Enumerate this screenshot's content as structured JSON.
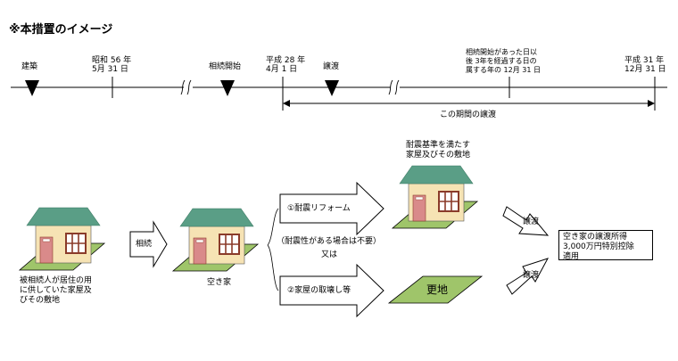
{
  "title": "※本措置のイメージ",
  "timeline": {
    "kenchiku": "建築",
    "showa_line1": "昭和 56 年",
    "showa_line2": "5月 31 日",
    "souzoku_kaishi": "相続開始",
    "heisei28_line1": "平成 28 年",
    "heisei28_line2": "4月 1 日",
    "jouto": "譲渡",
    "three_year_line1": "相続開始があった日以",
    "three_year_line2": "後 3年を経過する日の",
    "three_year_line3": "属する年の 12月 31 日",
    "heisei31_line1": "平成 31 年",
    "heisei31_line2": "12月 31 日",
    "period": "この期間の譲渡"
  },
  "flow": {
    "house1_label_1": "被相続人が居住の用",
    "house1_label_2": "に供していた家屋及",
    "house1_label_3": "びその敷地",
    "souzoku": "相続",
    "akiya": "空き家",
    "option1": "①耐震リフォーム",
    "option1_note": "（耐震性がある場合は不要）",
    "mata_wa": "又は",
    "option2": "②家屋の取壊し等",
    "result1_line1": "耐震基準を満たす",
    "result1_line2": "家屋及びその敷地",
    "sarachi": "更地",
    "jouto1": "譲渡",
    "jouto2": "譲渡",
    "deduction_line1": "空き家の譲渡所得",
    "deduction_line2": "3,000万円特別控除",
    "deduction_line3": "適用"
  },
  "colors": {
    "roof": "#5a9e86",
    "wall": "#f6e3b4",
    "door": "#d98a8a",
    "window": "#8a3b2a",
    "ground": "#9fc56a",
    "line": "#000000"
  }
}
